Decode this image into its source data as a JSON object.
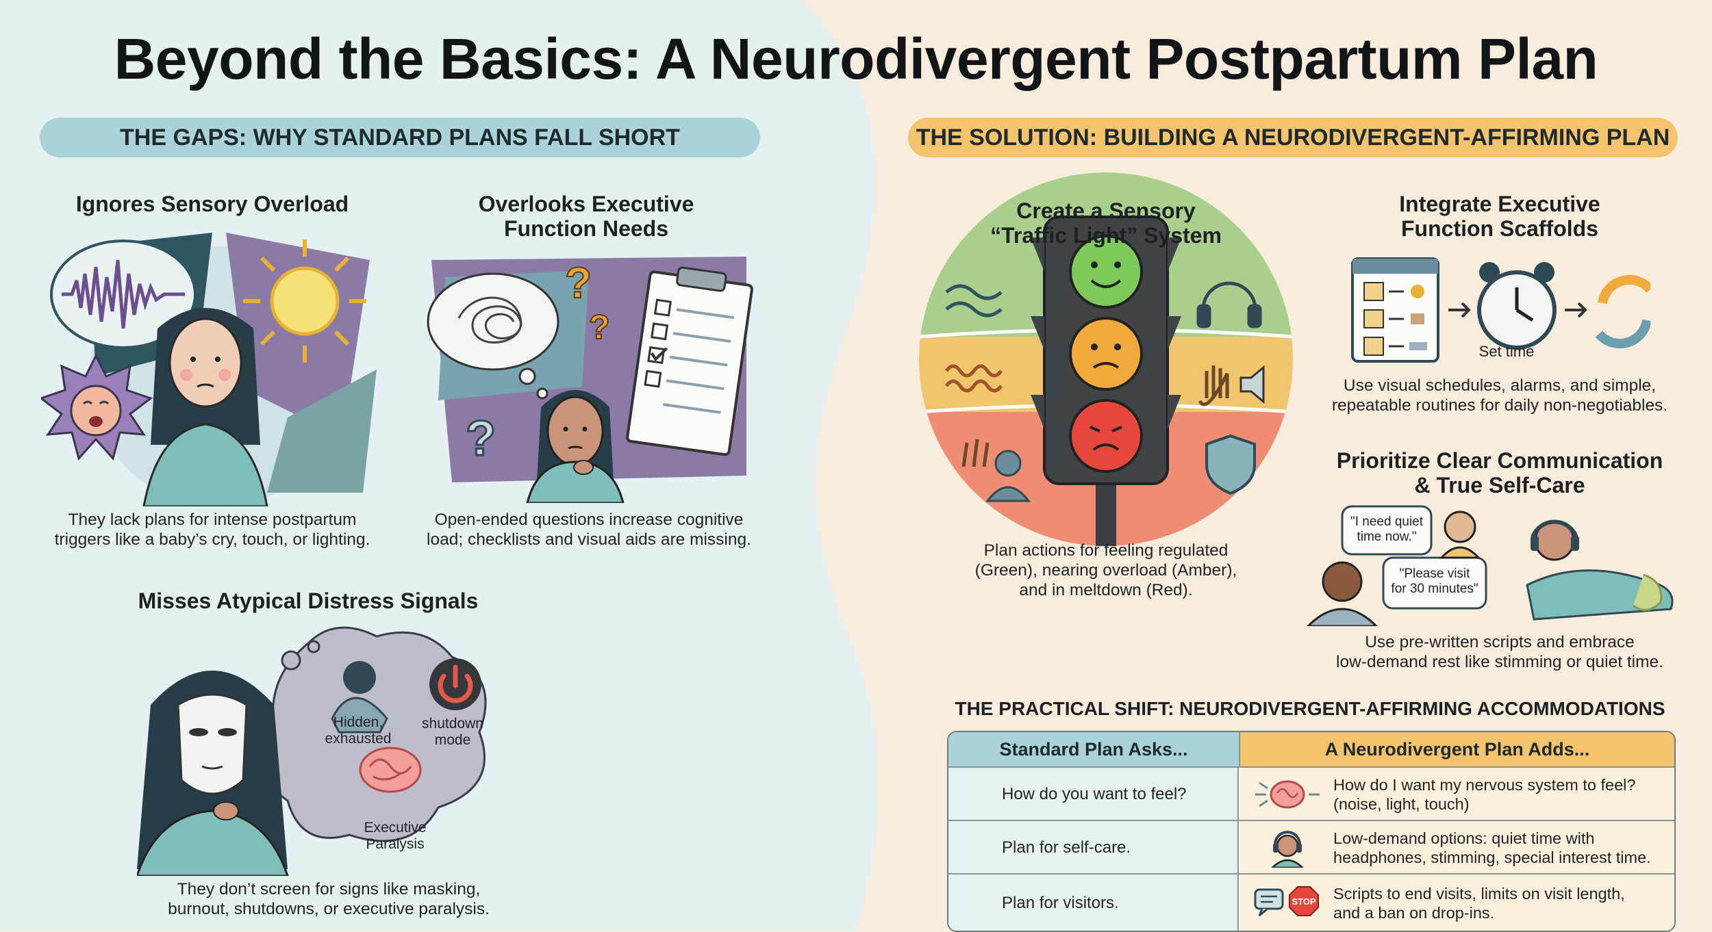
{
  "title": "Beyond the Basics: A Neurodivergent Postpartum Plan",
  "colors": {
    "teal": "#a9d3d6",
    "gold": "#f3c46d",
    "left_bg": "#e4f0f2",
    "right_bg": "#f8ecdc"
  },
  "left": {
    "banner": "THE GAPS: WHY STANDARD PLANS FALL SHORT",
    "sensory": {
      "heading_line1": "Ignores Sensory Overload",
      "caption_line1": "They lack plans for intense postpartum",
      "caption_line2": "triggers like a baby’s cry, touch, or lighting."
    },
    "executive": {
      "heading_line1": "Overlooks Executive",
      "heading_line2": "Function Needs",
      "caption_line1": "Open-ended questions increase cognitive",
      "caption_line2": "load; checklists and visual aids are missing."
    },
    "distress": {
      "heading_line1": "Misses Atypical Distress Signals",
      "bubble_hidden_line1": "Hidden,",
      "bubble_hidden_line2": "exhausted",
      "bubble_shutdown_line1": "shutdown",
      "bubble_shutdown_line2": "mode",
      "bubble_exec_line1": "Executive",
      "bubble_exec_line2": "Paralysis",
      "caption_line1": "They don’t screen for signs like masking,",
      "caption_line2": "burnout, shutdowns, or executive paralysis."
    }
  },
  "right": {
    "banner": "THE SOLUTION: BUILDING A NEURODIVERGENT-AFFIRMING PLAN",
    "traffic": {
      "heading_line1": "Create a Sensory",
      "heading_line2": "“Traffic Light” System",
      "caption_line1": "Plan actions for feeling regulated",
      "caption_line2": "(Green), nearing overload (Amber),",
      "caption_line3": "and in meltdown (Red)."
    },
    "scaffolds": {
      "heading_line1": "Integrate Executive",
      "heading_line2": "Function Scaffolds",
      "clock_label": "Set time",
      "caption_line1": "Use visual schedules, alarms, and simple,",
      "caption_line2": "repeatable routines for daily non-negotiables."
    },
    "communication": {
      "heading_line1": "Prioritize Clear Communication",
      "heading_line2": "& True Self-Care",
      "bubble1_line1": "\"I need quiet",
      "bubble1_line2": "time now.\"",
      "bubble2_line1": "\"Please visit",
      "bubble2_line2": "for 30 minutes\"",
      "caption_line1": "Use pre-written scripts and embrace",
      "caption_line2": "low-demand rest like stimming or quiet time."
    },
    "table": {
      "heading": "THE PRACTICAL SHIFT: NEURODIVERGENT-AFFIRMING ACCOMMODATIONS",
      "col_standard": "Standard Plan Asks...",
      "col_nd": "A Neurodivergent Plan Adds...",
      "rows": [
        {
          "standard": "How do you want to feel?",
          "nd_line1": "How do I want my nervous system to feel?",
          "nd_line2": "(noise, light, touch)",
          "icon": "brain-icon"
        },
        {
          "standard": "Plan for self-care.",
          "nd_line1": "Low-demand options: quiet time with",
          "nd_line2": "headphones, stimming, special interest time.",
          "icon": "headphones-person-icon"
        },
        {
          "standard": "Plan for visitors.",
          "nd_line1": "Scripts to end visits, limits on visit length,",
          "nd_line2": "and a ban on drop-ins.",
          "icon": "stop-sign-icon"
        }
      ],
      "stop_label": "STOP"
    }
  }
}
